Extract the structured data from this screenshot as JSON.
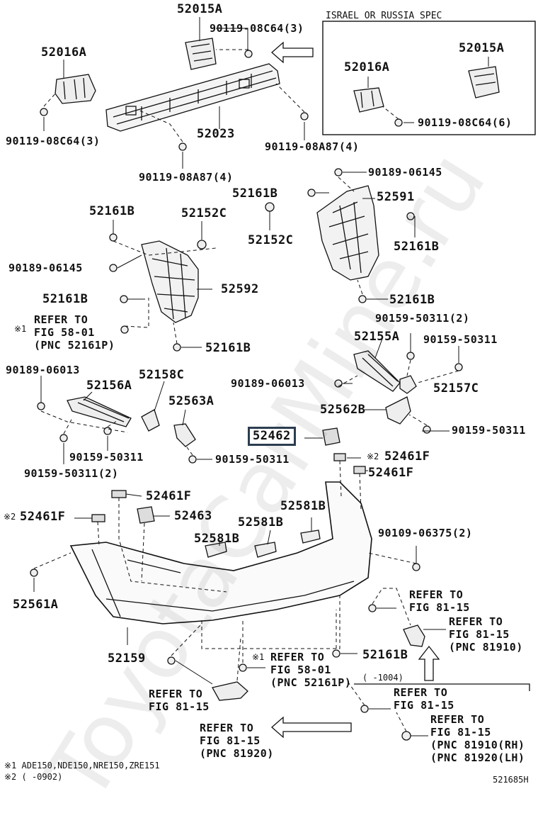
{
  "inset": {
    "title": "ISRAEL OR RUSSIA SPEC"
  },
  "parts": {
    "p52015a_main": "52015A",
    "p90119_08c64_3_top": "90119-08C64(3)",
    "p52016a_main": "52016A",
    "p90119_08c64_3_left": "90119-08C64(3)",
    "p52023": "52023",
    "p90119_08a87_4_right": "90119-08A87(4)",
    "p90119_08a87_4_bottom": "90119-08A87(4)",
    "p52016a_inset": "52016A",
    "p52015a_inset": "52015A",
    "p90119_08c64_6": "90119-08C64(6)",
    "p90189_06145_right": "90189-06145",
    "p52161b_a": "52161B",
    "p52591": "52591",
    "p52152c_a": "52152C",
    "p52161b_b": "52161B",
    "p52161b_c": "52161B",
    "p52152c_b": "52152C",
    "p90189_06145_left": "90189-06145",
    "p52161b_d": "52161B",
    "p52592": "52592",
    "p52161b_e": "52161B",
    "p52161b_f": "52161B",
    "p90159_50311_2_top": "90159-50311(2)",
    "p52155a": "52155A",
    "p90159_50311_a": "90159-50311",
    "p90189_06013_left": "90189-06013",
    "p52158c": "52158C",
    "p52156a": "52156A",
    "p90189_06013_mid": "90189-06013",
    "p52157c": "52157C",
    "p52563a": "52563A",
    "p52562b": "52562B",
    "p90159_50311_b": "90159-50311",
    "p52462": "52462",
    "p90159_50311_c": "90159-50311",
    "p90159_50311_d": "90159-50311",
    "p90159_50311_2_bottom": "90159-50311(2)",
    "p52461f_a": "52461F",
    "p52461f_b": "52461F",
    "p52461f_c": "52461F",
    "p52461f_d": "52461F",
    "p52463": "52463",
    "p52581b_a": "52581B",
    "p52581b_b": "52581B",
    "p52581b_c": "52581B",
    "p90109_06375_2": "90109-06375(2)",
    "p52561a": "52561A",
    "p52159": "52159",
    "p52161b_g": "52161B"
  },
  "marks": {
    "note1": "※1",
    "note2": "※2"
  },
  "refs": {
    "ref_58_01_upper": [
      "REFER TO",
      "FIG 58-01",
      "(PNC 52161P)"
    ],
    "ref_81_15_a": [
      "REFER TO",
      "FIG 81-15"
    ],
    "ref_81_15_b": [
      "REFER TO",
      "FIG 81-15",
      "(PNC 81910)"
    ],
    "ref_58_01_lower": [
      "REFER TO",
      "FIG 58-01",
      "(PNC 52161P)"
    ],
    "ref_81_15_c": [
      "REFER TO",
      "FIG 81-15"
    ],
    "ref_81_15_d": [
      "REFER TO",
      "FIG 81-15"
    ],
    "ref_81_15_e": [
      "REFER TO",
      "FIG 81-15",
      "(PNC 81920)"
    ],
    "ref_81_15_f": [
      "REFER TO",
      "FIG 81-15",
      "(PNC 81910(RH)",
      "(PNC 81920(LH)"
    ]
  },
  "date_note": "(  -1004)",
  "footnotes": {
    "f1": "※1 ADE150,NDE150,NRE150,ZRE151",
    "f2": "※2 (    -0902)"
  },
  "figure_code": "521685H",
  "watermark": "ToyotaCarMine.ru"
}
